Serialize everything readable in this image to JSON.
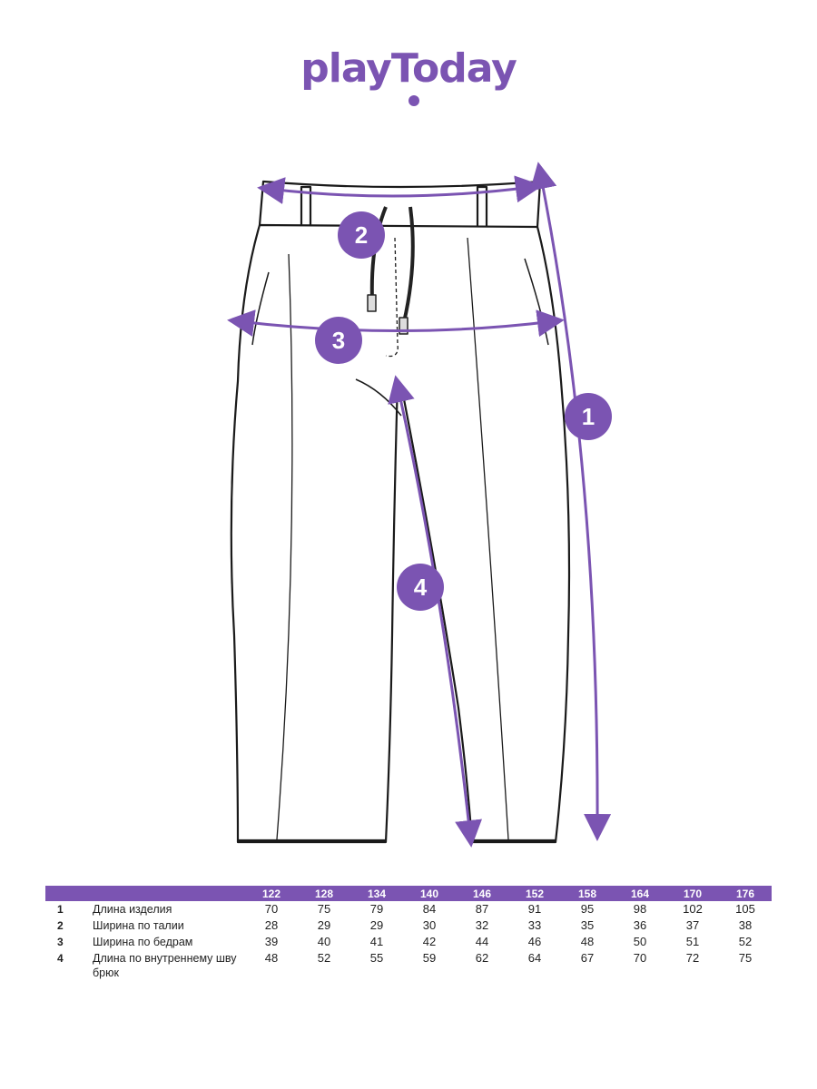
{
  "brand": {
    "name": "playToday",
    "accent": "#7b54b2"
  },
  "markers": [
    "1",
    "2",
    "3",
    "4"
  ],
  "table": {
    "sizes": [
      "122",
      "128",
      "134",
      "140",
      "146",
      "152",
      "158",
      "164",
      "170",
      "176"
    ],
    "rows": [
      {
        "num": "1",
        "label": "Длина изделия",
        "values": [
          "70",
          "75",
          "79",
          "84",
          "87",
          "91",
          "95",
          "98",
          "102",
          "105"
        ]
      },
      {
        "num": "2",
        "label": "Ширина по талии",
        "values": [
          "28",
          "29",
          "29",
          "30",
          "32",
          "33",
          "35",
          "36",
          "37",
          "38"
        ]
      },
      {
        "num": "3",
        "label": "Ширина по бедрам",
        "values": [
          "39",
          "40",
          "41",
          "42",
          "44",
          "46",
          "48",
          "50",
          "51",
          "52"
        ]
      },
      {
        "num": "4",
        "label": "Длина по внутреннему шву брюк",
        "values": [
          "48",
          "52",
          "55",
          "59",
          "62",
          "64",
          "67",
          "70",
          "72",
          "75"
        ]
      }
    ]
  }
}
